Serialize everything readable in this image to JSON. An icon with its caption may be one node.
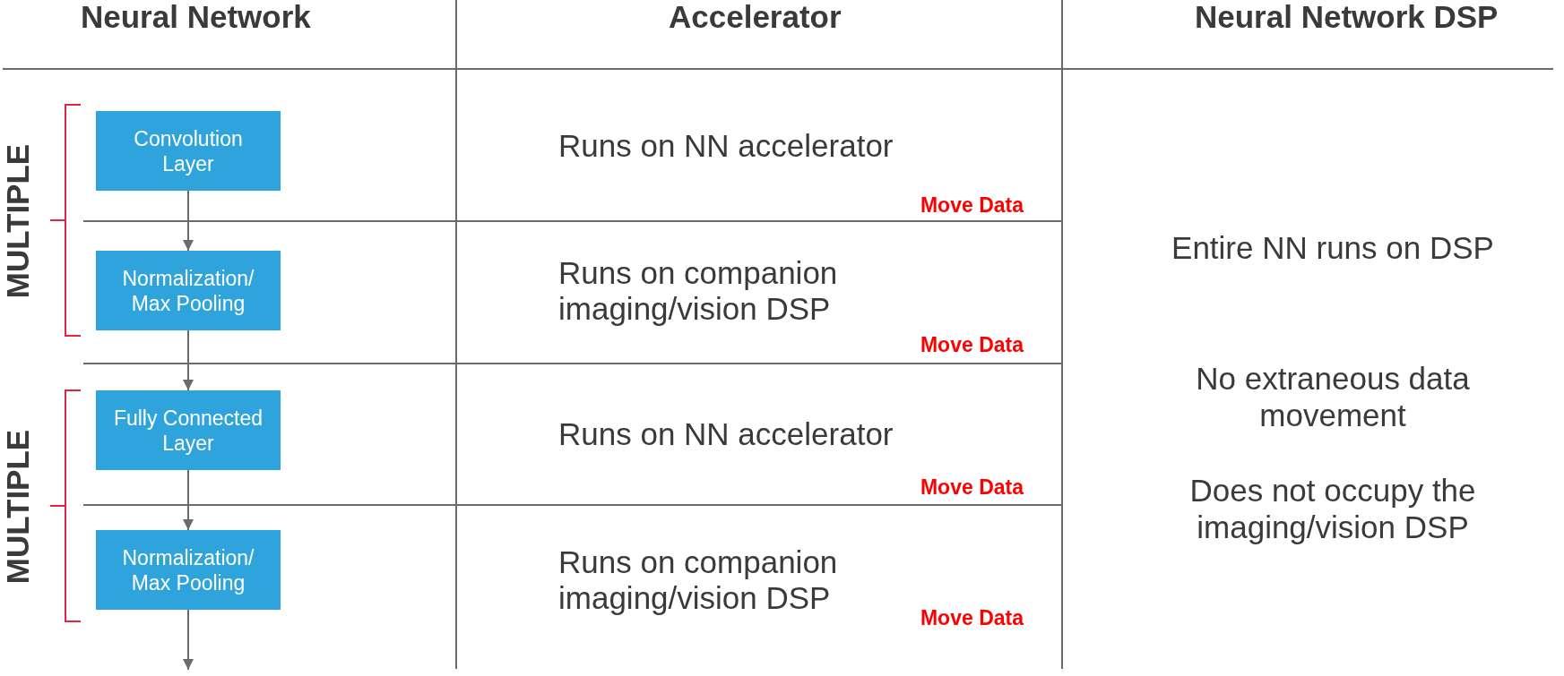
{
  "diagram": {
    "nodes": [
      {
        "text": [
          "Convolution Layer"
        ]
      },
      {
        "text": [
          "Normalization/ Max Pooling"
        ]
      },
      {
        "text": [
          "Fully Connected Layer"
        ]
      },
      {
        "text": [
          "Normalization/ Max Pooling"
        ]
      }
    ],
    "edges": [
      {
        "from": 0,
        "to": 1,
        "arrow": "to"
      },
      {
        "from": 1,
        "to": 2,
        "arrow": "to"
      },
      {
        "from": 2,
        "to": 3,
        "arrow": "to"
      },
      {
        "from": 3,
        "to": null,
        "arrow": "to"
      }
    ],
    "labels": [
      "Neural Network",
      "Accelerator",
      "Neural Network DSP",
      "MULTIPLE",
      "MULTIPLE",
      "Runs on NN accelerator",
      "Move Data",
      "Runs on companion imaging/vision DSP",
      "Move Data",
      "Runs on NN accelerator",
      "Move Data",
      "Runs on companion imaging/vision DSP",
      "Move Data",
      "Entire NN runs on DSP",
      "No extraneous data movement",
      "Does not occupy the imaging/vision DSP"
    ]
  }
}
